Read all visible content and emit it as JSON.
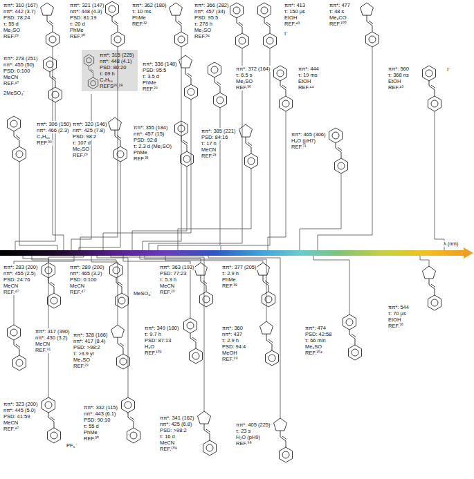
{
  "diagram": {
    "nodes": [
      {
        "text": [
          "ππ*: 315 (225)",
          "nπ*: 448 (4.1)",
          "PSD: 80:20",
          "τ: 69 h",
          "C₇H₁₆",
          "REFS²⁶,²⁸"
        ]
      }
    ],
    "labels": [
      "ππ*: 310 (167)",
      "nπ*: 442 (3.7)",
      "PSD: 78:24",
      "τ: 55 d",
      "Me₂SO",
      "REF.²⁹",
      "ππ*: 321 (147)",
      "nπ*: 448 (4.3)",
      "PSD: 81:19",
      "τ: 20 d",
      "PhMe",
      "REF.³⁰",
      "ππ*: 362 (180)",
      "τ: 10 ms",
      "PhMe",
      "REF.³²",
      "ππ*: 366 (282)",
      "nπ*: 457 (34)",
      "PSD: 95:5",
      "τ: 278 h",
      "Me₂SO",
      "REF.³⁴",
      "ππ*: 413",
      "τ: 150 µs",
      "EtOH",
      "REF.⁴³",
      "ππ*: 477",
      "τ: 48 s",
      "Me₂CO",
      "REF.¹⁰⁰",
      "ππ*: 278 (251)",
      "nπ*: 455 (50)",
      "PSD: 0:100",
      "MeCN",
      "REF.⁴⁷",
      "ππ*: 336 (148)",
      "PSD: 95:5",
      "τ: 3.5 d",
      "PhMe",
      "REF.²⁹",
      "ππ*: 372 (164)",
      "τ: 6.5 s",
      "Me₂SO",
      "REF.³⁶",
      "ππ*: 444",
      "τ: 19 ms",
      "EtOH",
      "REF.⁴⁴",
      "ππ*: 560",
      "τ: 368 ns",
      "EtOH",
      "REF.⁴³",
      "ππ*: 306 (150)",
      "nπ*: 466 (2.3)",
      "C₇H₁₆",
      "REF.³⁹",
      "ππ*: 320 (146)",
      "nπ*: 425 (7.8)",
      "PSD: 98:2",
      "τ: 107 d",
      "Me₂SO",
      "REF.²⁹",
      "ππ*: 355 (184)",
      "nπ*: 457 (15)",
      "PSD: 92:8",
      "τ: 2.3 d (Me₂SO)",
      "PhMe",
      "REF.³³",
      "ππ*: 385 (221)",
      "PSD: 84:16",
      "τ: 17 h",
      "MeCN",
      "REF.²³",
      "ππ*: 465 (306)",
      "H₂O (pH7)",
      "REF.⁷¹",
      "ππ*: 283 (200)",
      "nπ*: 455 (2.5)",
      "PSD: 24:76",
      "MeCN",
      "REF.⁴⁷",
      "ππ*: 289 (200)",
      "nπ*: 465 (3.2)",
      "PSD: 0:100",
      "MeCN",
      "REF.⁴⁷",
      "ππ*: 363 (193)",
      "PSD: 77:23",
      "τ: 5.3 h",
      "MeCN",
      "REF.²³",
      "ππ*: 377 (205)",
      "τ: 2.9 h",
      "PhMe",
      "REF.³⁸",
      "ππ*: 544",
      "τ: 70 µs",
      "EtOH",
      "REF.⁷⁰",
      "ππ*: 317 (390)",
      "nπ*: 430 (3.2)",
      "MeCN",
      "REF.⁹¹",
      "ππ*: 328 (166)",
      "nπ*: 417 (8.4)",
      "PSD: >98:2",
      "τ: >3.9 yr",
      "Me₂SO",
      "REF.²⁹",
      "ππ*: 349 (180)",
      "τ: 9.7 h",
      "PSD: 87:13",
      "H₂O",
      "REF.¹⁰³",
      "ππ*: 360",
      "nπ*: 437",
      "τ: 2.9 h",
      "PSD: 94:4",
      "MeOH",
      "REF.⁹⁹",
      "ππ*: 474",
      "PSD: 42:58",
      "τ: 66 min",
      "Me₂SO",
      "REF.¹⁰⁴",
      "ππ*: 323 (200)",
      "nπ*: 445 (5.0)",
      "PSD: 41:59",
      "MeCN",
      "REF.⁴⁷",
      "ππ*: 332 (115)",
      "nπ*: 443 (6.1)",
      "PSD: 90:10",
      "τ: 55 d",
      "PhMe",
      "REF.³⁰",
      "ππ*: 341 (162)",
      "nπ*: 425 (6.8)",
      "PSD: >98:2",
      "τ: 16 d",
      "MeCN",
      "REF.¹⁰⁸",
      "ππ*: 405 (225)",
      "τ: 23 s",
      "H₂O (pH9)",
      "REF.⁹⁸",
      "I⁻",
      "2MeSO₄⁻",
      "I⁻",
      "MeSO₄⁻",
      "PF₆⁻",
      "λ (nm)"
    ]
  }
}
